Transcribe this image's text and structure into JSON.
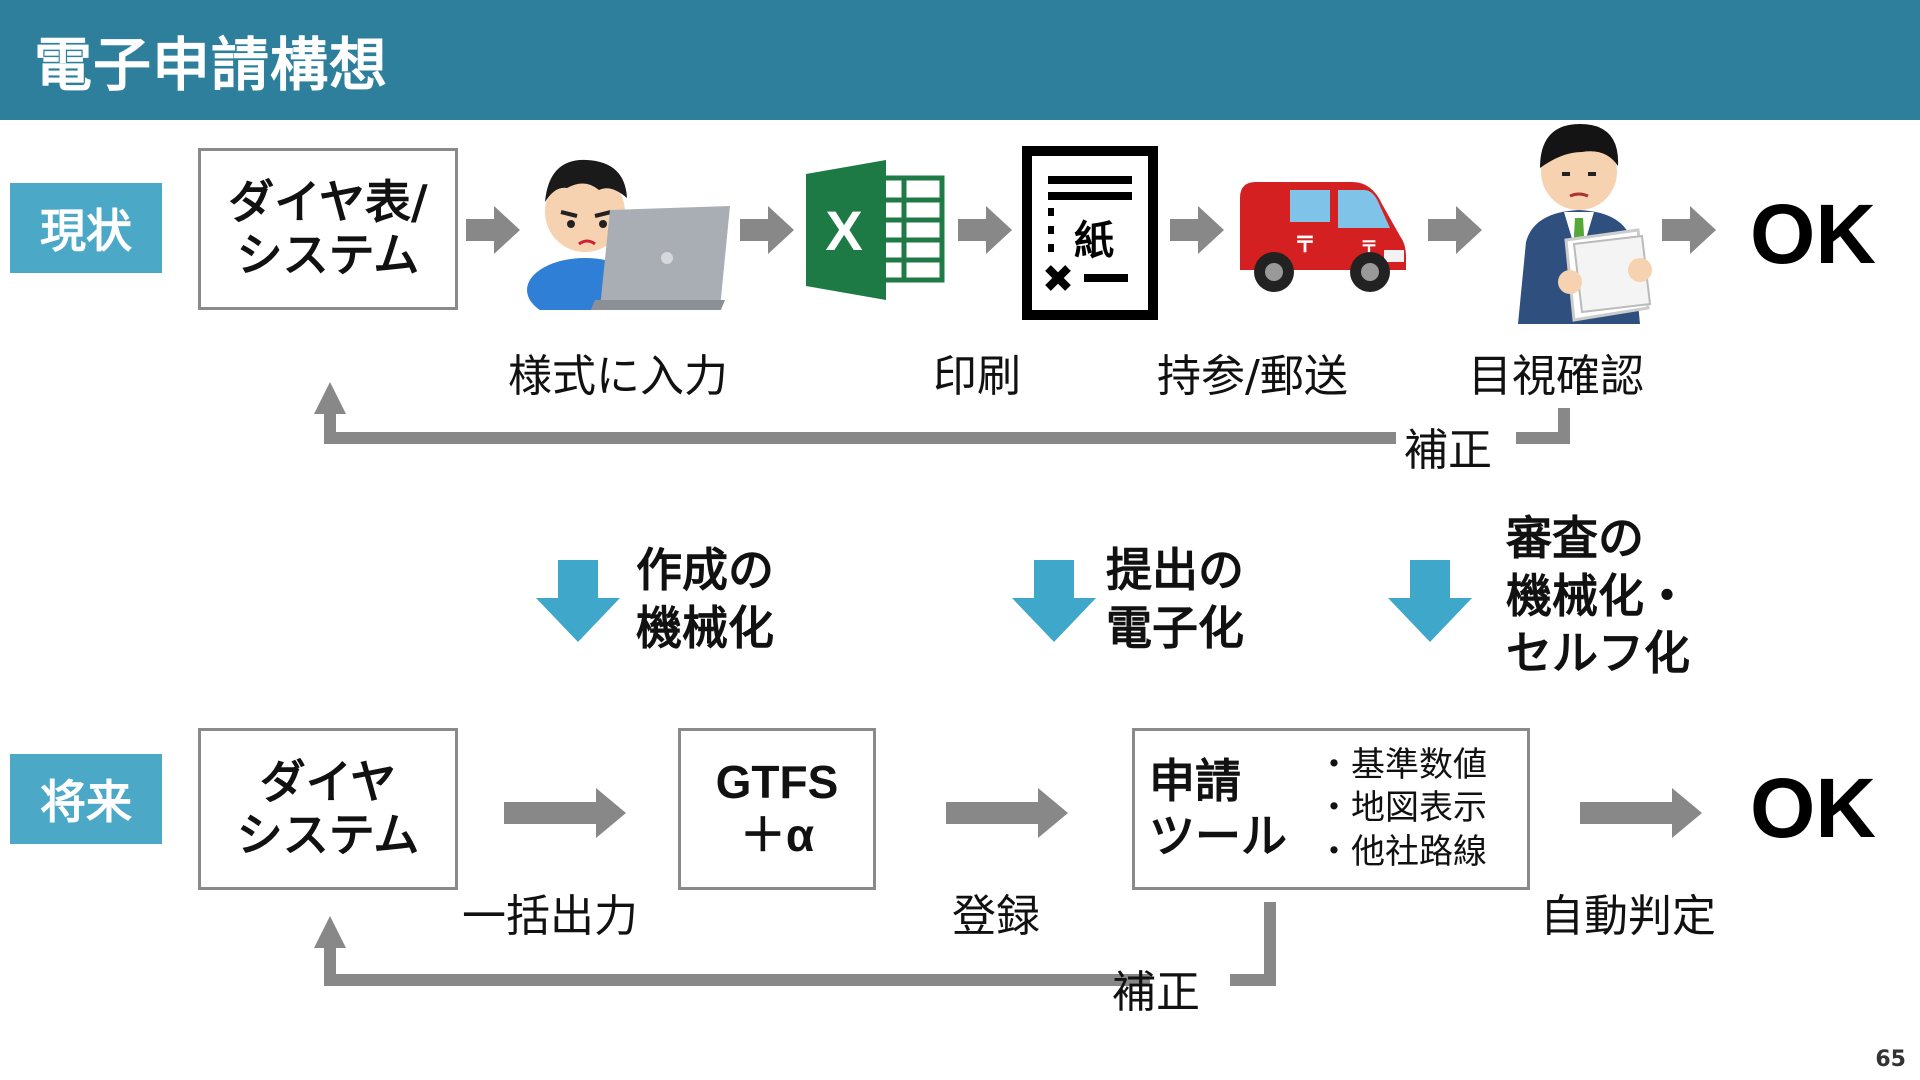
{
  "title": "電子申請構想",
  "page_number": "65",
  "current": {
    "label": "現状",
    "system_box": "ダイヤ表/\nシステム",
    "steps": [
      "様式に入力",
      "印刷",
      "持参/郵送",
      "目視確認"
    ],
    "paper_char": "紙",
    "excel_letter": "X",
    "correction": "補正",
    "result": "OK"
  },
  "transitions": [
    {
      "text": "作成の\n機械化"
    },
    {
      "text": "提出の\n電子化"
    },
    {
      "text": "審査の\n機械化・\nセルフ化"
    }
  ],
  "future": {
    "label": "将来",
    "system_box": "ダイヤ\nシステム",
    "gtfs_box": "GTFS\n＋α",
    "tool_box": "申請\nツール",
    "tool_bullets": [
      "・基準数値",
      "・地図表示",
      "・他社路線"
    ],
    "steps": [
      "一括出力",
      "登録",
      "自動判定"
    ],
    "correction": "補正",
    "result": "OK"
  },
  "colors": {
    "header": "#2e7f9c",
    "label_bg": "#4ba8c6",
    "arrow_gray": "#888888",
    "down_arrow": "#3fa7c9"
  }
}
